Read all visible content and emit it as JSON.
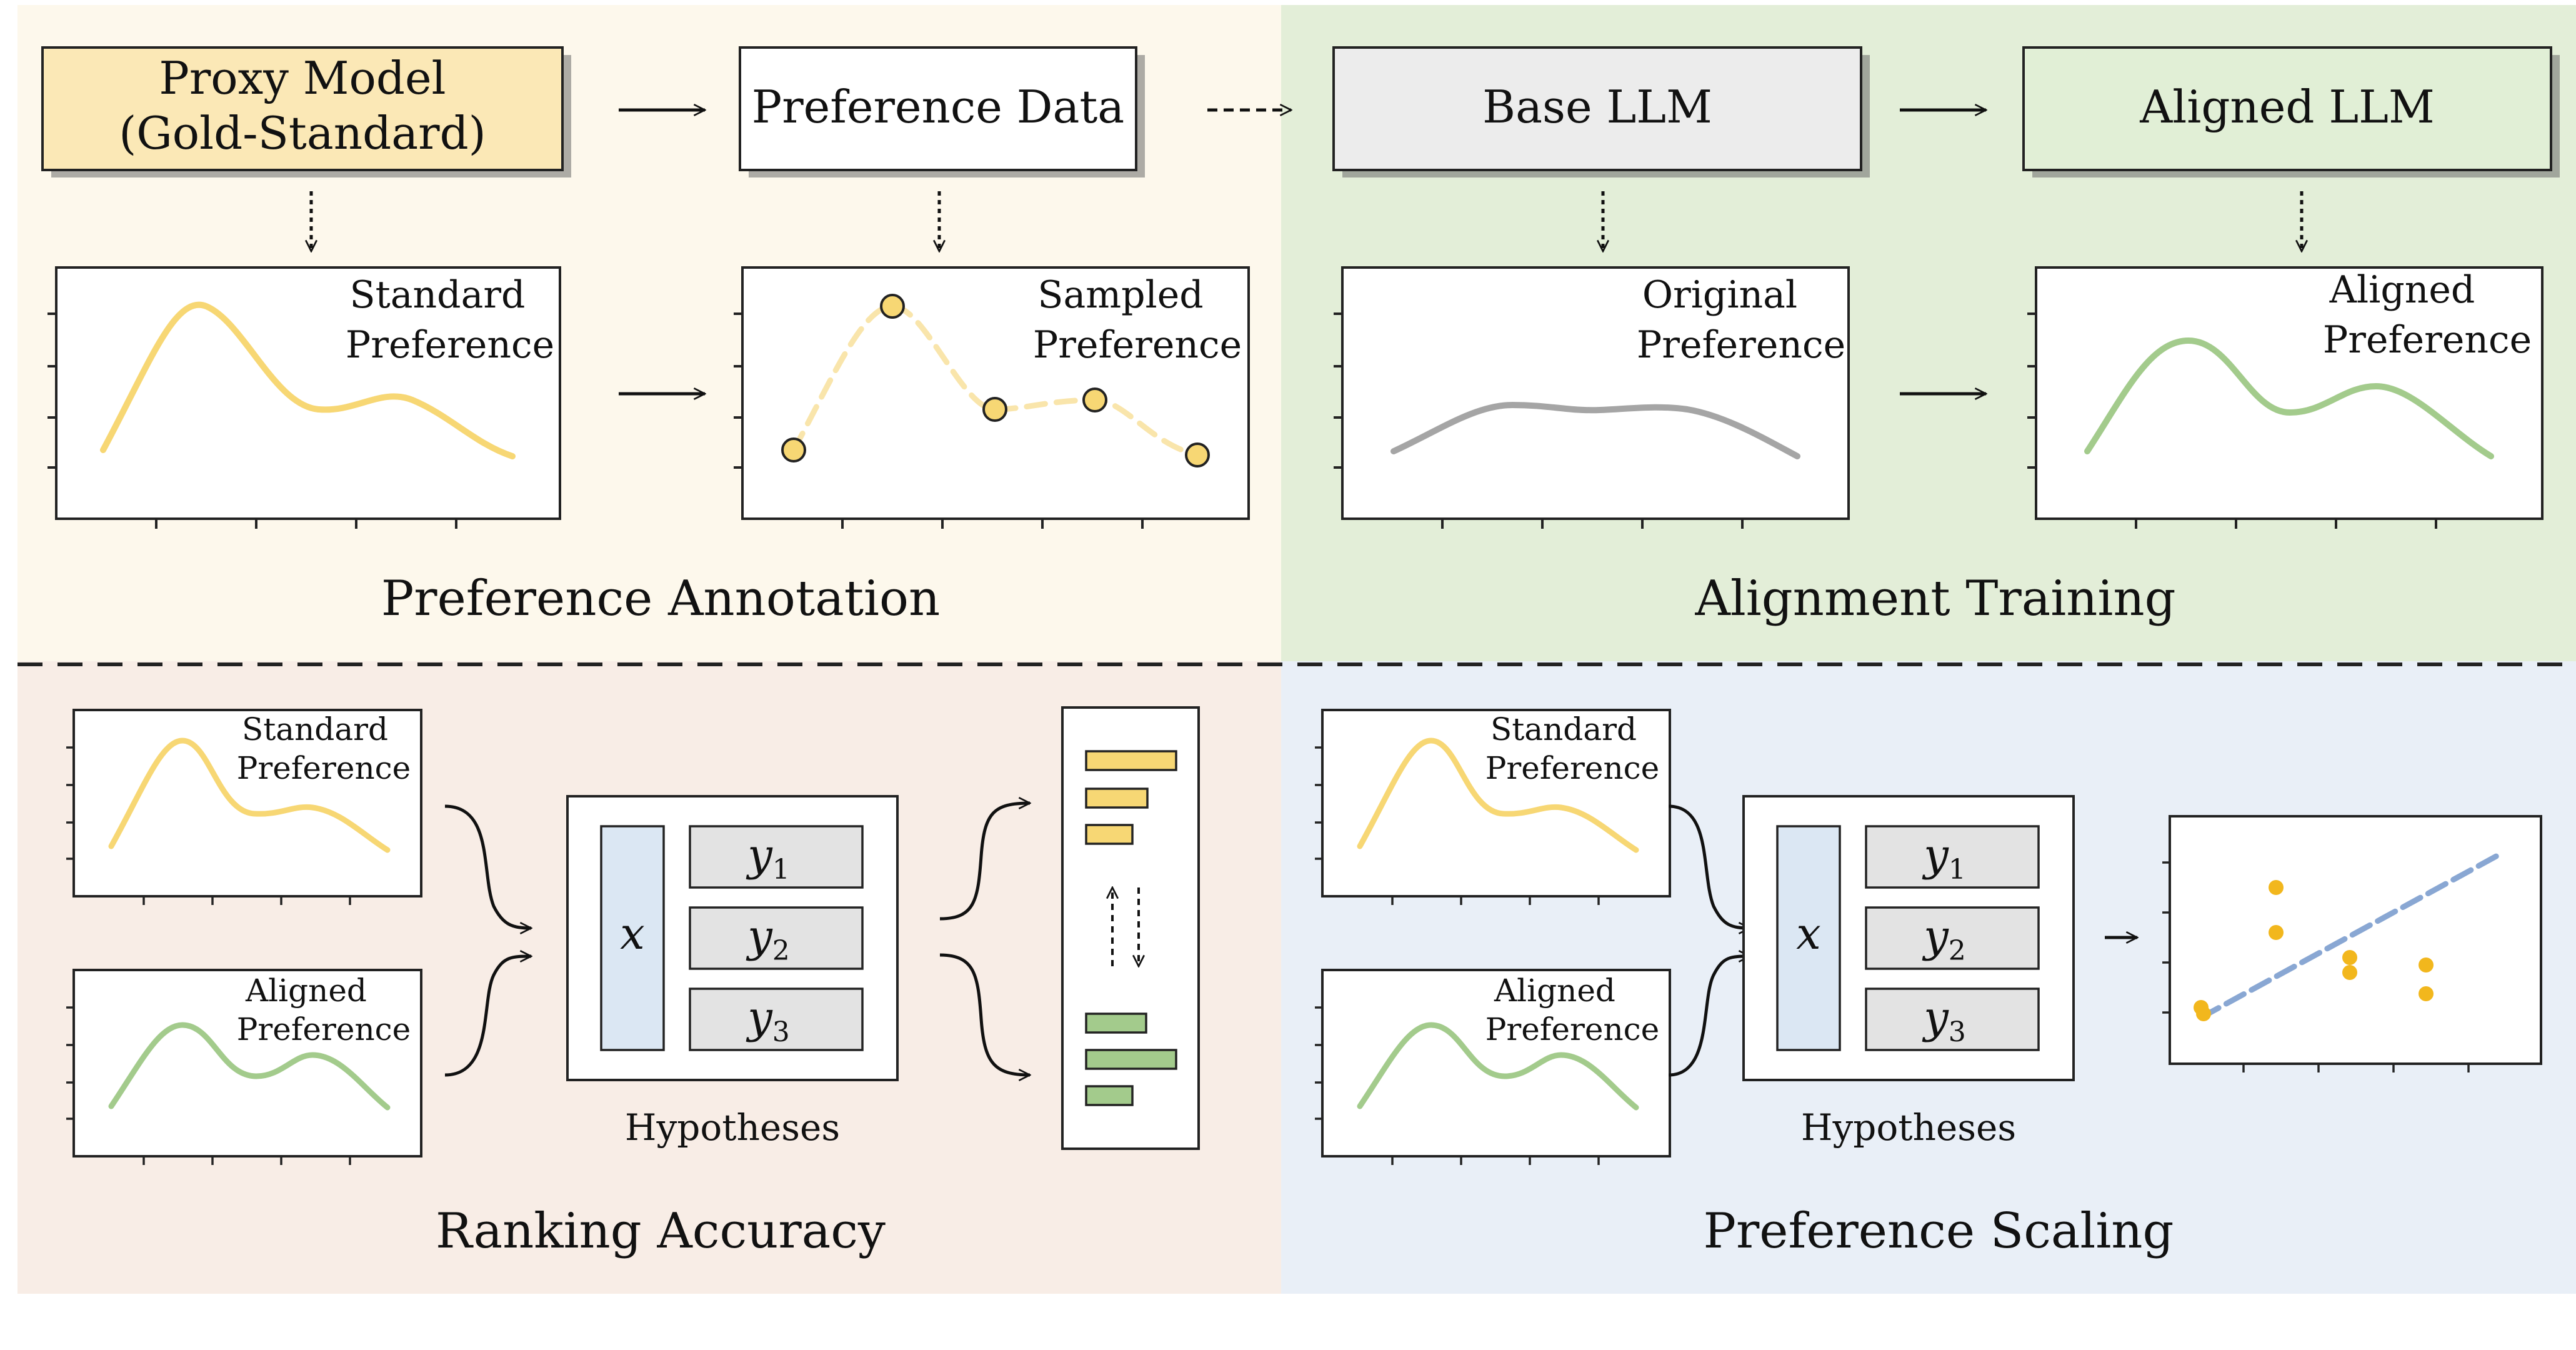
{
  "colors": {
    "annotation_bg": "#fdf8ec",
    "training_bg": "#e3eed8",
    "ranking_bg": "#f8ede6",
    "scaling_bg": "#e9eff7",
    "yellow": "#f7d774",
    "yellow_box": "#fbe8b6",
    "green": "#a3cb8c",
    "green_box": "#e1efd6",
    "gray": "#a5a5a5",
    "gray_box": "#ececec",
    "x_box": "#dbe7f3",
    "y_box": "#e3e3e3",
    "orange_dot": "#f2b71d",
    "trend_line": "#89a7d3"
  },
  "sections": {
    "annotation": "Preference Annotation",
    "training": "Alignment Training",
    "ranking": "Ranking Accuracy",
    "scaling": "Preference Scaling"
  },
  "boxes": {
    "proxy_line1": "Proxy Model",
    "proxy_line2": "(Gold-Standard)",
    "preference_data": "Preference Data",
    "base_llm": "Base LLM",
    "aligned_llm": "Aligned LLM"
  },
  "plots": {
    "standard_1": "Standard",
    "standard_2": "Preference",
    "sampled_1": "Sampled",
    "sampled_2": "Preference",
    "original_1": "Original",
    "original_2": "Preference",
    "aligned_1": "Aligned",
    "aligned_2": "Preference"
  },
  "hypotheses": {
    "label": "Hypotheses",
    "x": "x",
    "y": "y",
    "subs": [
      "1",
      "2",
      "3"
    ]
  }
}
